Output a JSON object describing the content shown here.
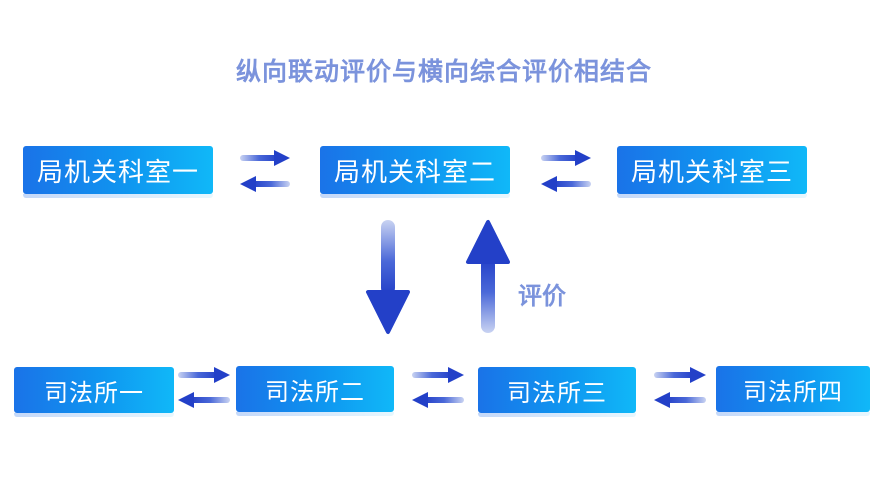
{
  "title": "纵向联动评价与横向综合评价相结合",
  "bureau": [
    {
      "label": "局机关科室一"
    },
    {
      "label": "局机关科室二"
    },
    {
      "label": "局机关科室三"
    }
  ],
  "offices": [
    {
      "label": "司法所一"
    },
    {
      "label": "司法所二"
    },
    {
      "label": "司法所三"
    },
    {
      "label": "司法所四"
    }
  ],
  "evaluation_label": "评价",
  "colors": {
    "title": "#7b93dc",
    "box_start": "#1a73e8",
    "box_end": "#10b8f8",
    "arrow": "#2a47c8"
  }
}
